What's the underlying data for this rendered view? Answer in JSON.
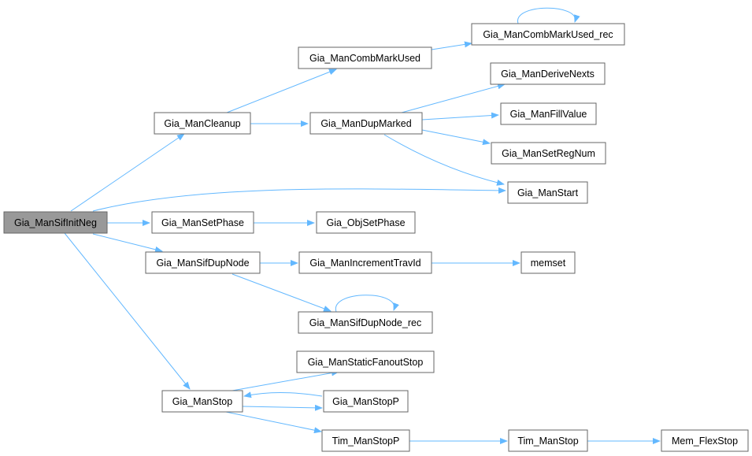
{
  "colors": {
    "edge": "#63b8ff",
    "node_border": "#666666",
    "node_fill": "#ffffff",
    "root_fill": "#999999",
    "text": "#000000"
  },
  "nodes": {
    "n0": {
      "label": "Gia_ManSifInitNeg"
    },
    "n1": {
      "label": "Gia_ManCleanup"
    },
    "n2": {
      "label": "Gia_ManCombMarkUsed"
    },
    "n3": {
      "label": "Gia_ManCombMarkUsed_rec"
    },
    "n4": {
      "label": "Gia_ManDupMarked"
    },
    "n5": {
      "label": "Gia_ManDeriveNexts"
    },
    "n6": {
      "label": "Gia_ManFillValue"
    },
    "n7": {
      "label": "Gia_ManSetRegNum"
    },
    "n8": {
      "label": "Gia_ManStart"
    },
    "n9": {
      "label": "Gia_ManSetPhase"
    },
    "n10": {
      "label": "Gia_ObjSetPhase"
    },
    "n11": {
      "label": "Gia_ManSifDupNode"
    },
    "n12": {
      "label": "Gia_ManIncrementTravId"
    },
    "n13": {
      "label": "memset"
    },
    "n14": {
      "label": "Gia_ManSifDupNode_rec"
    },
    "n15": {
      "label": "Gia_ManStop"
    },
    "n16": {
      "label": "Gia_ManStaticFanoutStop"
    },
    "n17": {
      "label": "Gia_ManStopP"
    },
    "n18": {
      "label": "Tim_ManStopP"
    },
    "n19": {
      "label": "Tim_ManStop"
    },
    "n20": {
      "label": "Mem_FlexStop"
    }
  }
}
